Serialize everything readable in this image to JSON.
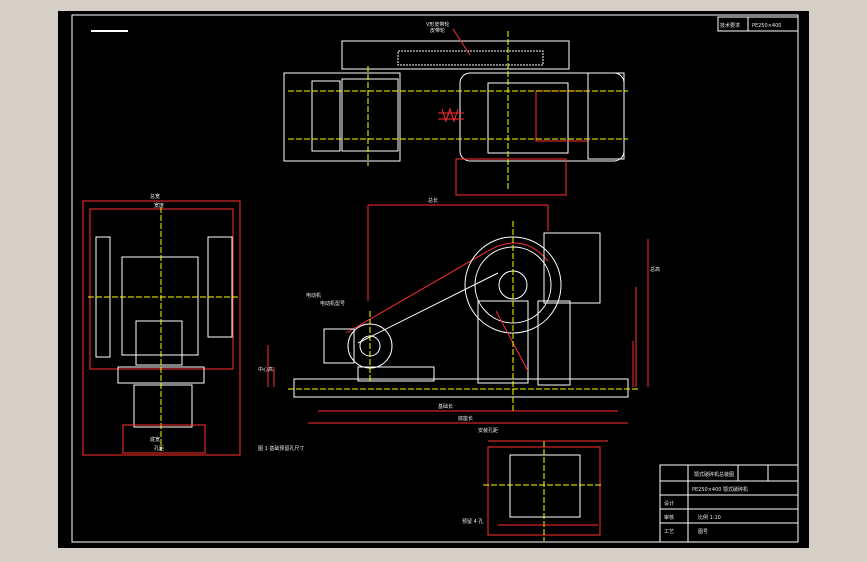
{
  "drawing": {
    "top_note": "V形皮带轮",
    "top_note_sub": "皮带轮",
    "motor_note": "电动机",
    "motor_note_sub": "电动机型号",
    "foundation_note": "图 1 基础预留孔尺寸",
    "bottom_note": "预留 4 孔",
    "corner_note": "技术要求",
    "corner_code": "PE250×400",
    "dims_front": [
      "总长",
      "总高",
      "中心高",
      "基础长",
      "底座长",
      "安装孔距"
    ],
    "dims_side": [
      "总宽",
      "宽度",
      "底宽",
      "孔距"
    ]
  },
  "title_block": {
    "title": "颚式破碎机总装图",
    "rows": [
      "PE250×400 颚式破碎机",
      "设计",
      "审核",
      "工艺",
      "比例 1:10",
      "图号"
    ]
  },
  "colors": {
    "background": "#000000",
    "frame": "#ffffff",
    "dimension": "#ff2020",
    "centerline": "#ffff00",
    "geometry": "#ffffff",
    "hidden": "#00c8ff"
  }
}
